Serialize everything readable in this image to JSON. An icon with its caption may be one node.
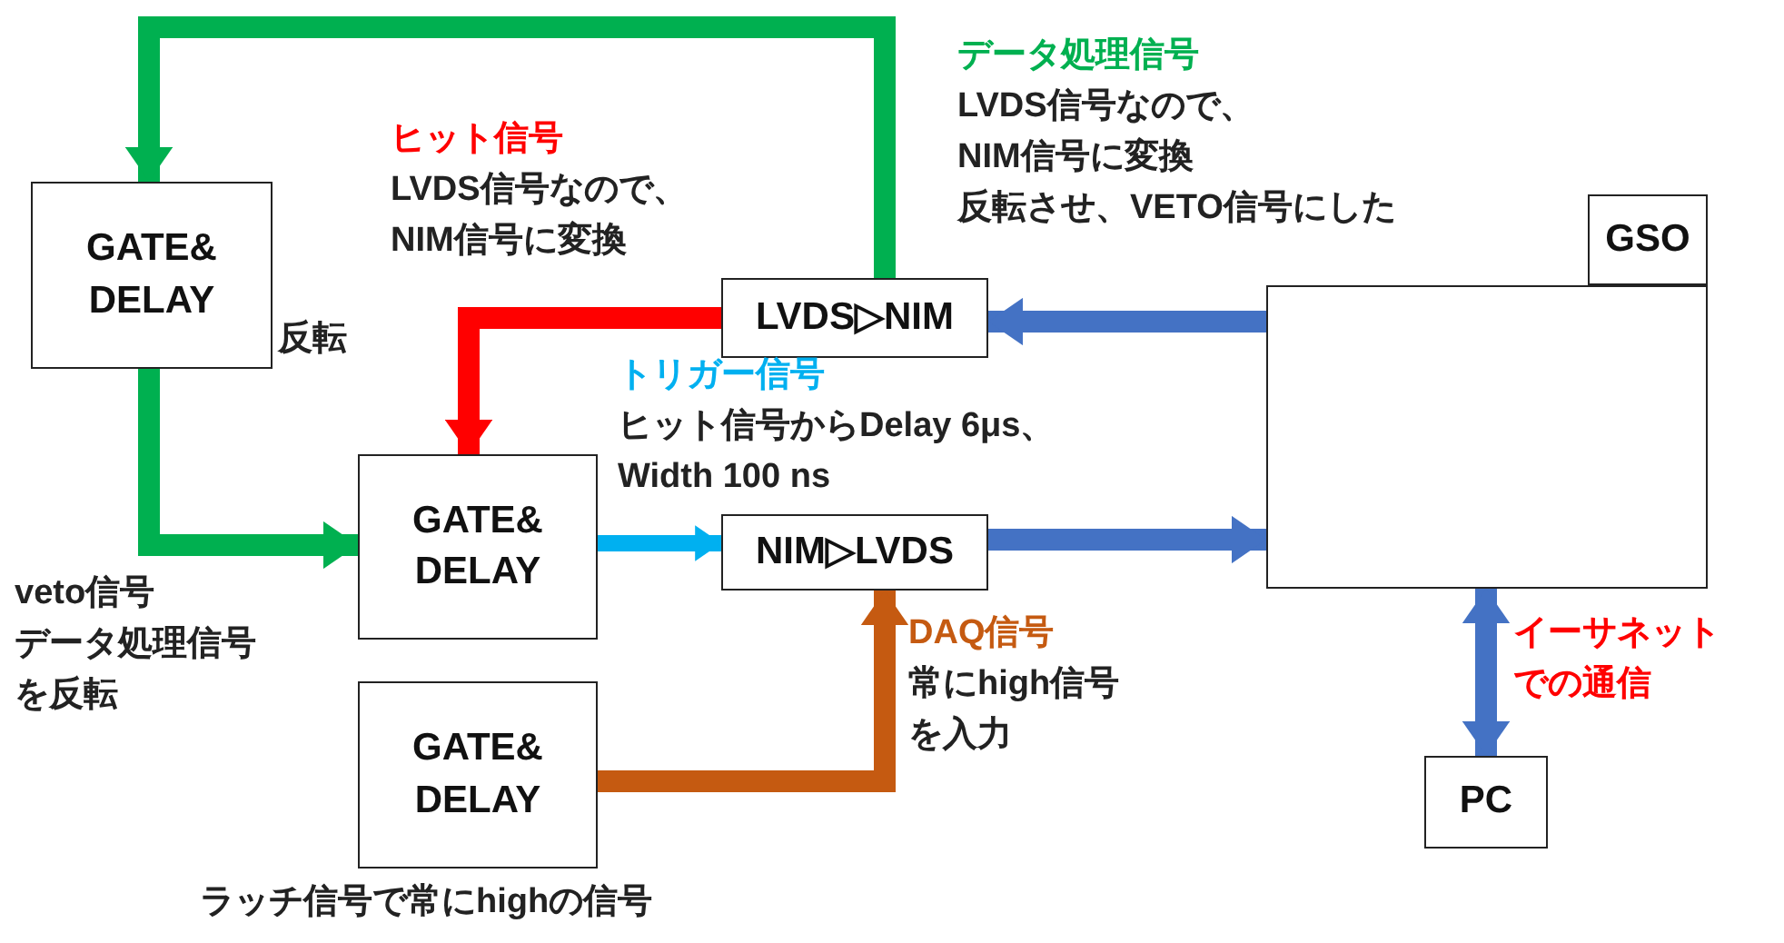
{
  "diagram": {
    "nodes": [
      {
        "text": [
          "GATE& DELAY"
        ],
        "beside": [
          "反転"
        ]
      },
      {
        "text": [
          "LVDS▷NIM"
        ]
      },
      {
        "text": [
          "GATE& DELAY"
        ]
      },
      {
        "text": [
          "NIM▷LVDS"
        ]
      },
      {
        "text": [
          "GATE& DELAY"
        ],
        "beside": [
          "ラッチ信号で常にhighの信号"
        ]
      },
      {
        "text": [],
        "shape": "box"
      },
      {
        "text": [
          "GSO"
        ]
      },
      {
        "text": [
          "PC"
        ]
      }
    ],
    "edges": [
      {
        "from": 1,
        "to": 0,
        "arrow": "to",
        "color": "#00b050"
      },
      {
        "from": 0,
        "to": 2,
        "arrow": "to",
        "color": "#00b050"
      },
      {
        "from": 1,
        "to": 2,
        "arrow": "to",
        "color": "#ff0000"
      },
      {
        "from": 2,
        "to": 3,
        "arrow": "to",
        "color": "#00b0f0"
      },
      {
        "from": 4,
        "to": 3,
        "arrow": "to",
        "color": "#c55a11"
      },
      {
        "from": 5,
        "to": 1,
        "arrow": "to"
      },
      {
        "from": 3,
        "to": 5,
        "arrow": "to"
      },
      {
        "from": 5,
        "to": 7,
        "arrow": "both"
      }
    ],
    "labels": [
      "データ処理信号",
      "LVDS信号なので、",
      "NIM信号に変換",
      "反転させ、VETO信号にした",
      "ヒット信号",
      "LVDS信号なので、",
      "NIM信号に変換",
      "トリガー信号",
      "ヒット信号からDelay 6μs、",
      "Width 100 ns",
      "veto信号",
      "データ処理信号",
      "を反転",
      "DAQ信号",
      "常にhigh信号",
      "を入力",
      "イーサネット",
      "での通信"
    ]
  }
}
